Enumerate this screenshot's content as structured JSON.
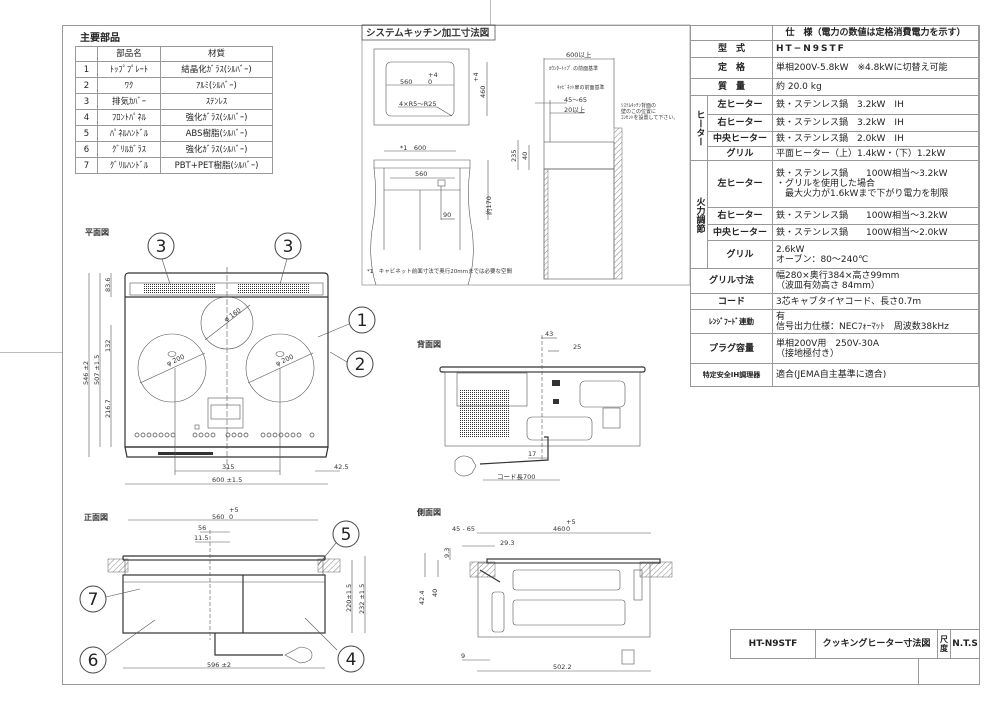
{
  "parts_table": {
    "title": "主要部品",
    "headers": [
      "部品名",
      "材質"
    ],
    "rows": [
      {
        "no": "1",
        "name": "ﾄｯﾌﾟﾌﾟﾚｰﾄ",
        "material": "結晶化ｶﾞﾗｽ(ｼﾙﾊﾞｰ)"
      },
      {
        "no": "2",
        "name": "ﾜｸ",
        "material": "ｱﾙﾐ(ｼﾙﾊﾞｰ)"
      },
      {
        "no": "3",
        "name": "排気ｶﾊﾞｰ",
        "material": "ｽﾃﾝﾚｽ"
      },
      {
        "no": "4",
        "name": "ﾌﾛﾝﾄﾊﾟﾈﾙ",
        "material": "強化ｶﾞﾗｽ(ｼﾙﾊﾞｰ)"
      },
      {
        "no": "5",
        "name": "ﾊﾟﾈﾙﾊﾝﾄﾞﾙ",
        "material": "ABS樹脂(ｼﾙﾊﾞｰ)"
      },
      {
        "no": "6",
        "name": "ｸﾞﾘﾙｶﾞﾗｽ",
        "material": "強化ｶﾞﾗｽ(ｼﾙﾊﾞｰ)"
      },
      {
        "no": "7",
        "name": "ｸﾞﾘﾙﾊﾝﾄﾞﾙ",
        "material": "PBT+PET樹脂(ｼﾙﾊﾞｰ)"
      }
    ]
  },
  "spec_table": {
    "header": "仕　様（電力の数値は定格消費電力を示す）",
    "side_heater": "ヒーター",
    "side_power": "火力調節",
    "rows": {
      "model": {
        "label": "型　式",
        "value": "HT−N9STF"
      },
      "rating": {
        "label": "定　格",
        "value": "単相200V-5.8kW　※4.8kWに切替え可能"
      },
      "mass": {
        "label": "質　量",
        "value": "約 20.0 kg"
      },
      "h_left": {
        "label": "左ヒーター",
        "value": "鉄・ステンレス鍋　3.2kW　IH"
      },
      "h_right": {
        "label": "右ヒーター",
        "value": "鉄・ステンレス鍋　3.2kW　IH"
      },
      "h_center": {
        "label": "中央ヒーター",
        "value": "鉄・ステンレス鍋　2.0kW　IH"
      },
      "h_grill": {
        "label": "グリル",
        "value": "平面ヒーター（上）1.4kW・（下）1.2kW"
      },
      "p_left": {
        "label": "左ヒーター",
        "value": "鉄・ステンレス鍋　　100W相当〜3.2kW\n・グリルを使用した場合\n　最大火力が1.6kWまで下がり電力を制限"
      },
      "p_right": {
        "label": "右ヒーター",
        "value": "鉄・ステンレス鍋　　100W相当〜3.2kW"
      },
      "p_center": {
        "label": "中央ヒーター",
        "value": "鉄・ステンレス鍋　　100W相当〜2.0kW"
      },
      "p_grill": {
        "label": "グリル",
        "value": "2.6kW\nオーブン：80〜240℃"
      },
      "grill_size": {
        "label": "グリル寸法",
        "value": "幅280×奥行384×高さ99mm\n（波皿有効高さ 84mm）"
      },
      "cord": {
        "label": "コード",
        "value": "3芯キャブタイヤコード、長さ0.7m"
      },
      "hood": {
        "label": "ﾚﾝｼﾞﾌｰﾄﾞ連動",
        "value": "有\n信号出力仕様：NECﾌｫｰﾏｯﾄ　周波数38kHz"
      },
      "plug": {
        "label": "プラグ容量",
        "value": "単相200V用　250V-30A\n（接地極付き）"
      },
      "safety": {
        "label": "特定安全IH調理器",
        "value": "適合(JEMA自主基準に適合)"
      }
    }
  },
  "kitchen": {
    "title": "システムキッチン加工寸法図",
    "cut_width": "560",
    "tol_plus4": "+4",
    "tol_zero": "0",
    "cut_depth": "460",
    "corner_r": "4×R5〜R25",
    "cab_width": "*1　600",
    "inner_width": "560",
    "outlet_w": "90",
    "height_170": "約170",
    "depth_600": "600以上",
    "counter_ref": "ｶｳﾝﾀｰﾄｯﾌﾟ の前面基準",
    "cabinet_ref": "ｷｬﾋﾞﾈｯﾄ扉の前面基準",
    "d45_65": "45〜65",
    "d20": "20以上",
    "outlet_note": [
      "ｼｽﾃﾑｷｯﾁﾝ背面の",
      "壁のこの位置に",
      "ｺﾝｾﾝﾄを設置して下さい。"
    ],
    "h235": "235",
    "h40": "40",
    "footnote": "*1　キャビネット前面寸法で奥行20mmまでは必要な空間"
  },
  "plan_view": {
    "title": "平面図",
    "d_phi160": "φ 160",
    "d_phi200_l": "φ 200",
    "d_phi200_r": "φ 200",
    "w315": "315",
    "w600": "600 ±1.5",
    "w42_5": "42.5",
    "h546": "546 ±2",
    "h507": "507 ±1.5",
    "h83_6": "83.6",
    "h132": "132",
    "h216_7": "216.7"
  },
  "back_view": {
    "title": "背面図",
    "d43": "43",
    "d25": "25",
    "d17": "17",
    "cord_len": "コード長700"
  },
  "front_view": {
    "title": "正面図",
    "w560": "560",
    "tol_plus5": "+5",
    "tol_zero": "0",
    "d56": "56",
    "d11_5": "11.5",
    "w596": "596 ±2",
    "h220": "220±1.5",
    "h232": "232 ±1.5"
  },
  "side_view": {
    "title": "側面図",
    "d45_65": "45 - 65",
    "d460": "460",
    "tol_plus5": "+5",
    "tol_zero": "0",
    "d29_3": "29.3",
    "d9_3": "9.3",
    "d42_4": "42.4",
    "d40": "40",
    "d9": "9",
    "d502_2": "502.2"
  },
  "balloons": [
    "1",
    "2",
    "3",
    "4",
    "5",
    "6",
    "7"
  ],
  "title_block": {
    "model": "HT-N9STF",
    "drawing_title": "クッキングヒーター寸法図",
    "scale_label": "尺度",
    "scale_value": "N.T.S"
  }
}
